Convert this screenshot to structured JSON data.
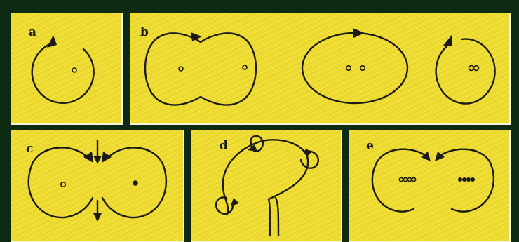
{
  "panels": {
    "a": {
      "label": "a"
    },
    "b": {
      "label": "b"
    },
    "c": {
      "label": "c"
    },
    "d": {
      "label": "d"
    },
    "e": {
      "label": "e"
    }
  }
}
